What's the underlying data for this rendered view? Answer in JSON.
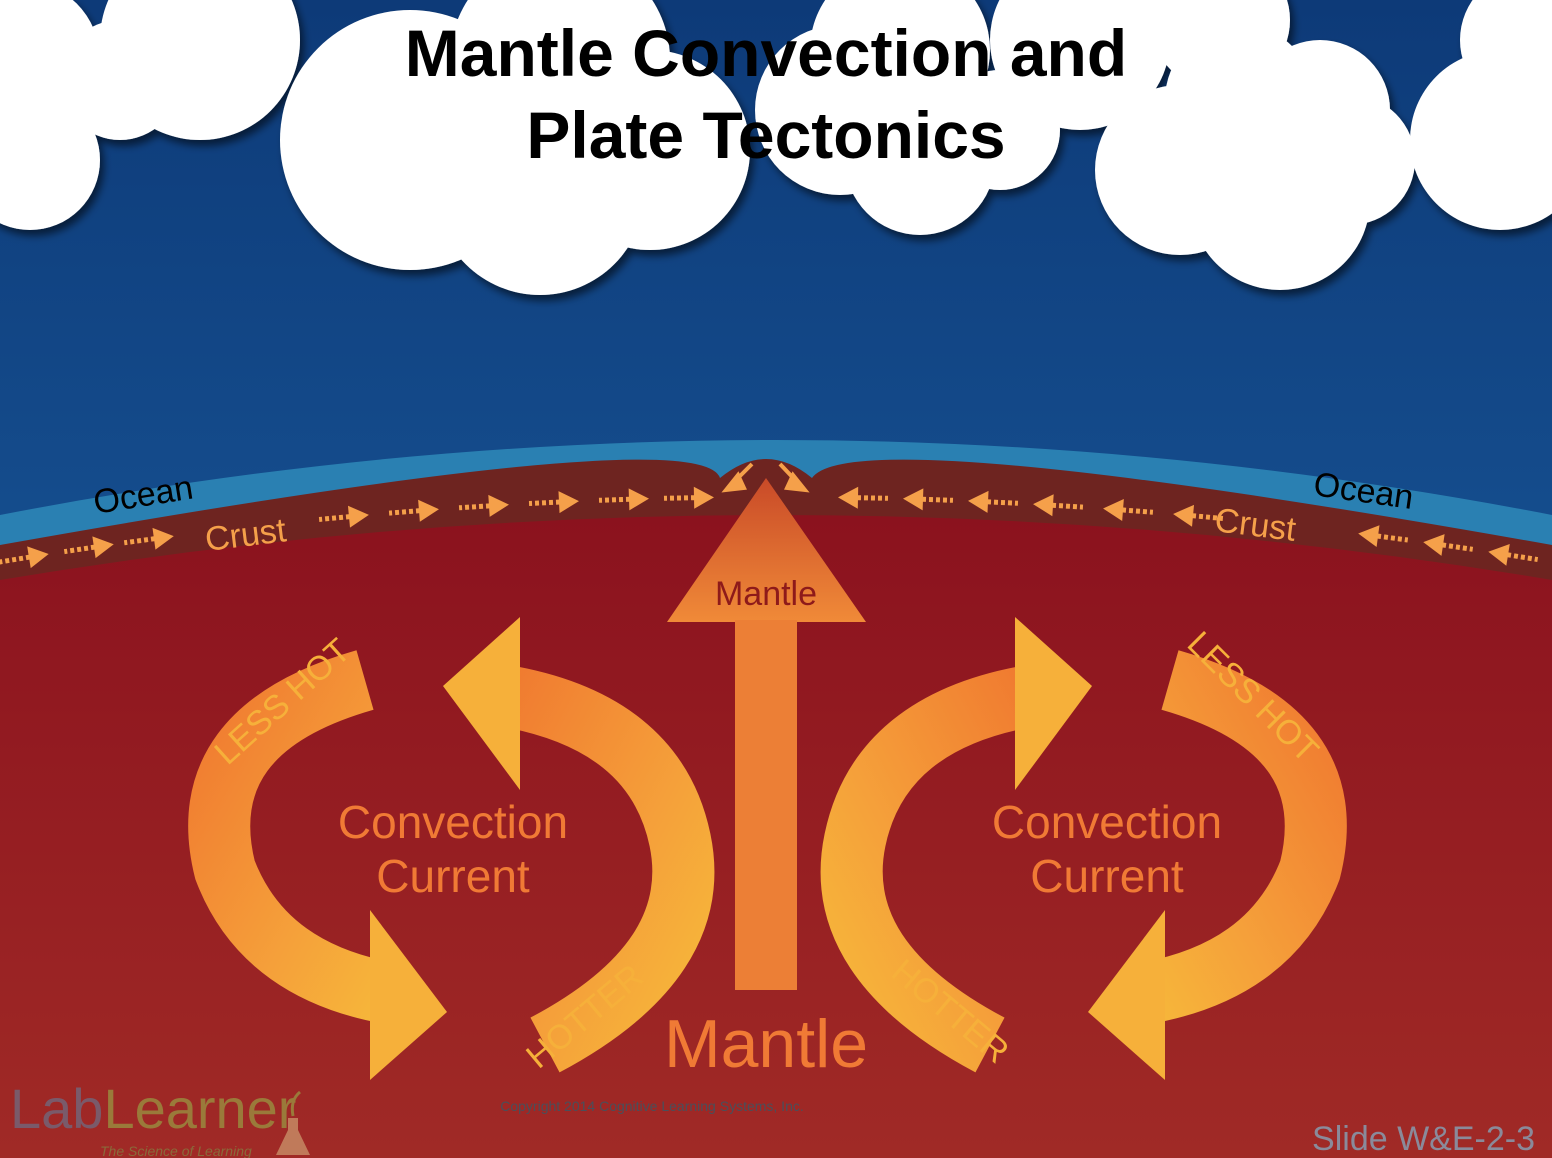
{
  "title": {
    "line1": "Mantle Convection and",
    "line2": "Plate Tectonics"
  },
  "labels": {
    "ocean_left": "Ocean",
    "crust_left": "Crust",
    "ocean_right": "Ocean",
    "crust_right": "Crust",
    "mantle_arrow": "Mantle",
    "mantle_big": "Mantle",
    "convection_left_1": "Convection",
    "convection_left_2": "Current",
    "convection_right_1": "Convection",
    "convection_right_2": "Current",
    "less_hot_left": "LESS HOT",
    "less_hot_right": "LESS HOT",
    "hotter_left": "HOTTER",
    "hotter_right": "HOTTER"
  },
  "footer": {
    "logo_lab": "Lab",
    "logo_learner": "Learner",
    "logo_tagline": "The Science of Learning",
    "copyright": "Copyright 2014 Cognitive Learning Systems, Inc.",
    "slide_id": "Slide W&E-2-3"
  },
  "colors": {
    "sky_top": "#0d3a78",
    "sky_bottom": "#1e62a4",
    "ocean": "#2a80b2",
    "crust": "#6e2420",
    "mantle": "#8f141f",
    "accent_orange": "#f5a04a"
  }
}
